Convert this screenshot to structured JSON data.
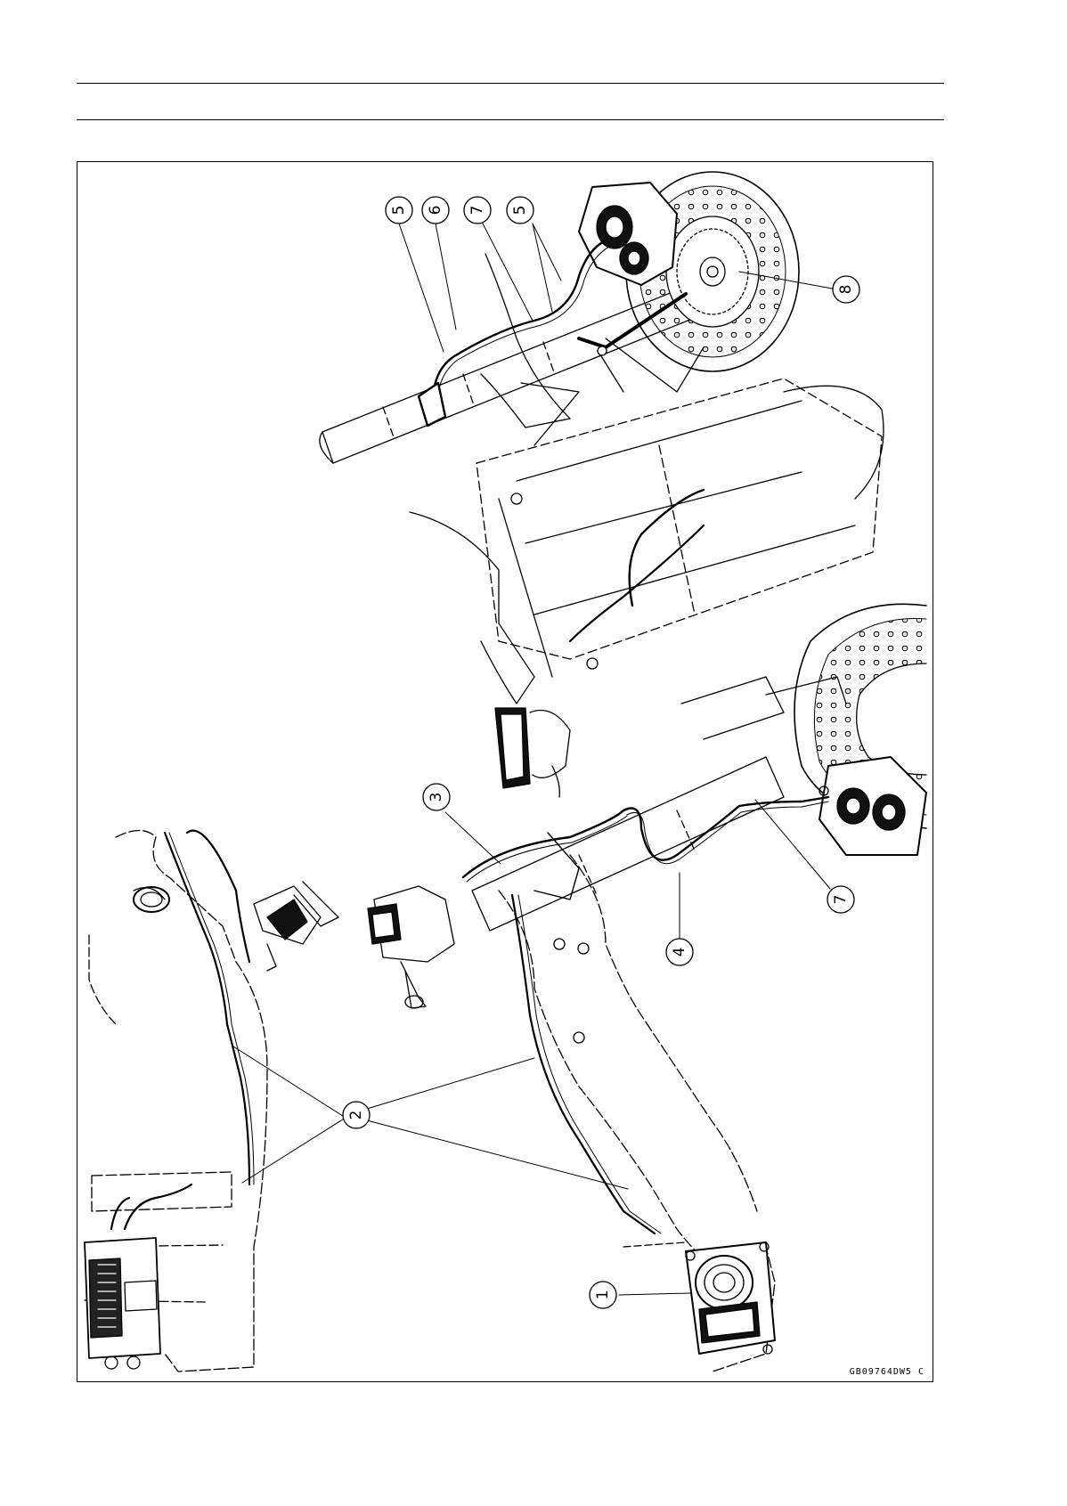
{
  "figure": {
    "code": "GB09764DW5 C",
    "callouts": [
      {
        "id": "c1",
        "label": "1"
      },
      {
        "id": "c2",
        "label": "2"
      },
      {
        "id": "c3",
        "label": "3"
      },
      {
        "id": "c4",
        "label": "4"
      },
      {
        "id": "c5a",
        "label": "5"
      },
      {
        "id": "c5b",
        "label": "5"
      },
      {
        "id": "c6",
        "label": "6"
      },
      {
        "id": "c7a",
        "label": "7"
      },
      {
        "id": "c7b",
        "label": "7"
      },
      {
        "id": "c8",
        "label": "8"
      }
    ]
  }
}
